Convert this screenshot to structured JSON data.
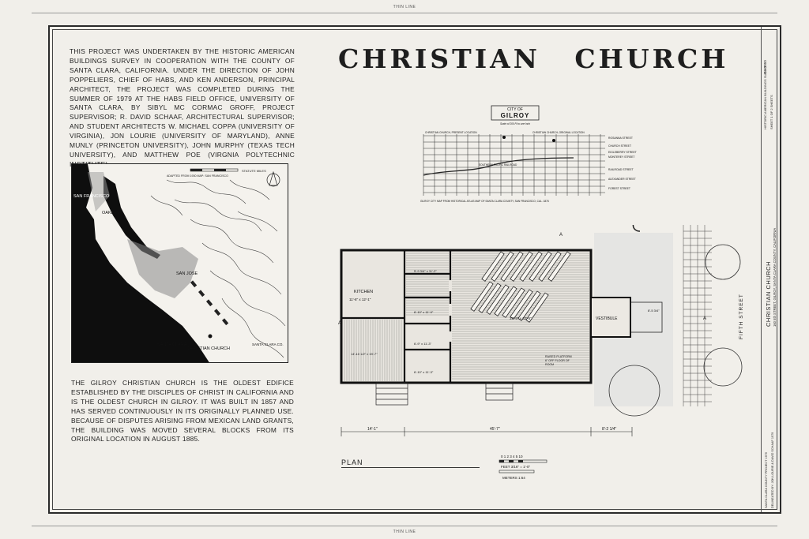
{
  "sheet": {
    "trim_line_top": "THIN LINE",
    "trim_line_bottom": "THIN LINE"
  },
  "title": "CHRISTIAN   CHURCH",
  "intro_text": "THIS PROJECT WAS UNDERTAKEN BY THE HISTORIC AMERICAN BUILDINGS SURVEY IN COOPERATION WITH THE COUNTY OF SANTA CLARA, CALIFORNIA. UNDER THE DIRECTION OF JOHN POPPELIERS, CHIEF OF HABS, AND KEN ANDERSON, PRINCIPAL ARCHITECT, THE PROJECT WAS COMPLETED DURING THE SUMMER OF 1979 AT THE HABS FIELD OFFICE, UNIVERSITY OF SANTA CLARA, BY SIBYL MC CORMAC GROFF, PROJECT SUPERVISOR; R. DAVID SCHAAF, ARCHITECTURAL SUPERVISOR; AND STUDENT ARCHITECTS W. MICHAEL COPPA (UNIVERSITY OF VIRGINIA), JON LOURIE (UNIVERSITY OF MARYLAND), ANNE MUNLY (PRINCETON UNIVERSITY), JOHN MURPHY (TEXAS TECH UNIVERSITY), AND MATTHEW POE (VIRGNIA POLYTECHNIC INSTITUTE).",
  "history_text": "THE GILROY CHRISTIAN CHURCH IS THE OLDEST EDIFICE ESTABLISHED BY THE DISCIPLES OF CHRIST IN CALIFORNIA AND IS THE OLDEST CHURCH IN GILROY. IT WAS BUILT IN 1857 AND HAS SERVED CONTINUOUSLY IN ITS ORIGINALLY PLANNED USE. BECAUSE OF DISPUTES ARISING FROM MEXICAN LAND GRANTS, THE BUILDING WAS MOVED SEVERAL BLOCKS FROM ITS ORIGINAL LOCATION IN AUGUST 1885.",
  "region_map": {
    "labels": {
      "oakland": "OAKLAND",
      "san_francisco": "SAN FRANCISCO",
      "san_jose": "SAN JOSE",
      "christian_church": "CHRISTIAN CHURCH",
      "santa_clara": "SANTA CLARA",
      "santa_clara_county": "SANTA CLARA CO."
    },
    "scale_note": "STATUTE MILES",
    "credit_note": "ADAPTED FROM 1930 MAP: SAN FRANCISCO"
  },
  "city_map": {
    "title_small": "CITY OF",
    "title_large": "GILROY",
    "subtitle": "Scale of 200 Ft to one Inch",
    "label_present": "CHRISTIAN CHURCH, PRESENT LOCATION",
    "label_original": "CHRISTIAN CHURCH, ORIGINAL LOCATION",
    "railroad": "SOUTHERN PACIFIC RAILROAD",
    "streets": [
      "ROSANNA STREET",
      "CHURCH STREET",
      "EIGLEBERRY STREET",
      "MONTEREY STREET",
      "RAILROAD STREET",
      "ALEXANDER STREET",
      "FOREST STREET"
    ],
    "caption": "GILROY CITY MAP FROM HISTORICAL ATLAS MAP OF SANTA CLARA COUNTY, SAN FRANCISCO, CAL. 1876"
  },
  "plan": {
    "label": "PLAN",
    "rooms": {
      "kitchen": "KITCHEN",
      "kitchen_dim": "11'-6\" x 12'-1\"",
      "vestibule": "VESTIBULE",
      "platform_1": "RAISED PLATFORM",
      "platform_2": "6\" OFF FLOOR OF",
      "platform_3": "ROOM",
      "sanctuary_dim": "37'-9\" x 32'-5\"",
      "room_a": "5'-9 3/4\" x 11'-2\"",
      "room_b": "6'-10\" x 11'-9\"",
      "room_c": "6'-9\" x 11'-3\"",
      "room_d": "6'-10\" x 11'-3\"",
      "room_e": "14'-10 1/2\" x 19'-7\"",
      "vestibule_dim": "8'-5 3/4\""
    },
    "dimensions": {
      "left": "14'-1\"",
      "middle": "45'-7\"",
      "right": "8'-2 1/4\""
    },
    "fifth_street": "FIFTH STREET",
    "section_a": "A"
  },
  "scale_bar": {
    "feet_ticks": "0 1 2 3 4 5        10",
    "feet_label": "FEET 3/16\" = 1'-0\"",
    "meters_label": "METERS 1:64"
  },
  "title_block": {
    "survey": "HISTORIC AMERICAN BUILDINGS SURVEY",
    "sheet": "SHEET 1 OF 2 SHEETS",
    "survey_no": "CA-2050",
    "name": "CHRISTIAN CHURCH",
    "address": "160 5th STREET, GILROY, SANTA CLARA COUNTY, CALIFORNIA",
    "project": "SANTA CLARA COUNTY PROJECT 1979",
    "delineator": "DELINEATED BY: JON LOURIE & DAVID SCHAAF 1979"
  }
}
